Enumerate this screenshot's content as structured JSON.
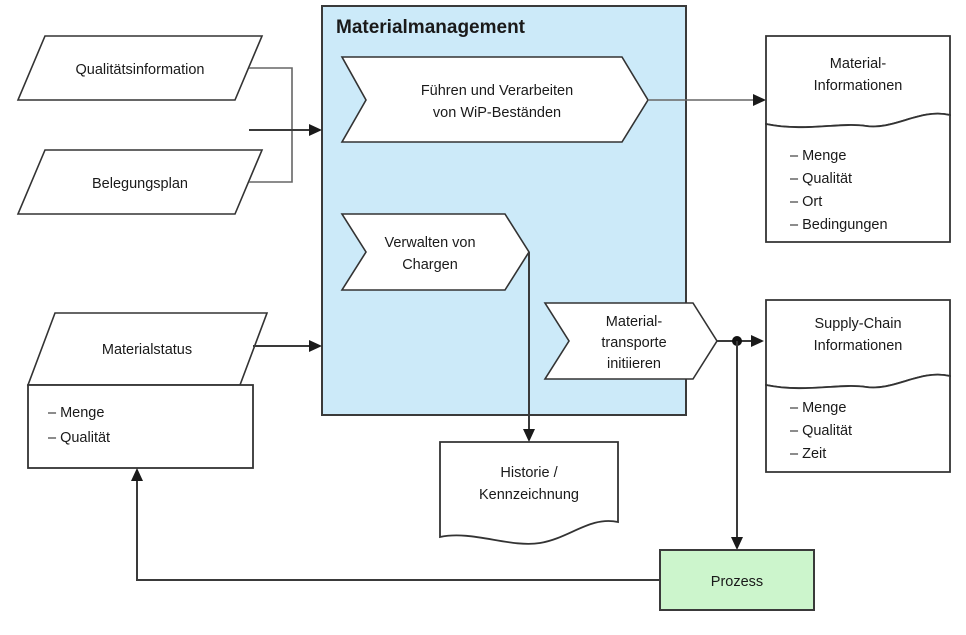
{
  "diagram": {
    "title": "Materialmanagement",
    "container": {
      "label": "Materialmanagement",
      "fill_color": "#cceaf9",
      "border_color": "#3a3a3a"
    },
    "inputs": [
      {
        "id": "qualitaetsinformation",
        "shape": "parallelogram",
        "label": "Qualitätsinformation"
      },
      {
        "id": "belegungsplan",
        "shape": "parallelogram",
        "label": "Belegungsplan"
      },
      {
        "id": "materialstatus",
        "shape": "parallelogram",
        "label": "Materialstatus"
      }
    ],
    "input_details": {
      "id": "materialstatus-details",
      "shape": "rectangle",
      "items": [
        "– Menge",
        "– Qualität"
      ]
    },
    "functions": [
      {
        "id": "fuehren-verarbeiten",
        "shape": "chevron",
        "line1": "Führen und Verarbeiten",
        "line2": "von WiP-Beständen"
      },
      {
        "id": "verwalten-chargen",
        "shape": "chevron",
        "line1": "Verwalten von",
        "line2": "Chargen"
      },
      {
        "id": "materialtransporte-initiieren",
        "shape": "chevron",
        "line1": "Material-",
        "line2": "transporte",
        "line3": "initiieren"
      }
    ],
    "outputs": [
      {
        "id": "material-informationen",
        "shape": "document",
        "title_line1": "Material-",
        "title_line2": "Informationen",
        "items": [
          "– Menge",
          "– Qualität",
          "– Ort",
          "– Bedingungen"
        ]
      },
      {
        "id": "supply-chain-informationen",
        "shape": "document",
        "title_line1": "Supply-Chain",
        "title_line2": "Informationen",
        "items": [
          "– Menge",
          "– Qualität",
          "– Zeit"
        ]
      },
      {
        "id": "historie-kennzeichnung",
        "shape": "document",
        "title_line1": "Historie /",
        "title_line2": "Kennzeichnung",
        "items": []
      }
    ],
    "process": {
      "id": "prozess",
      "shape": "rectangle",
      "label": "Prozess",
      "fill_color": "#ccf5cc",
      "border_color": "#3a3a3a"
    },
    "colors": {
      "background": "#ffffff",
      "container_fill": "#cceaf9",
      "process_fill": "#ccf5cc",
      "line": "#3a3a3a",
      "text": "#1a1a1a"
    }
  }
}
